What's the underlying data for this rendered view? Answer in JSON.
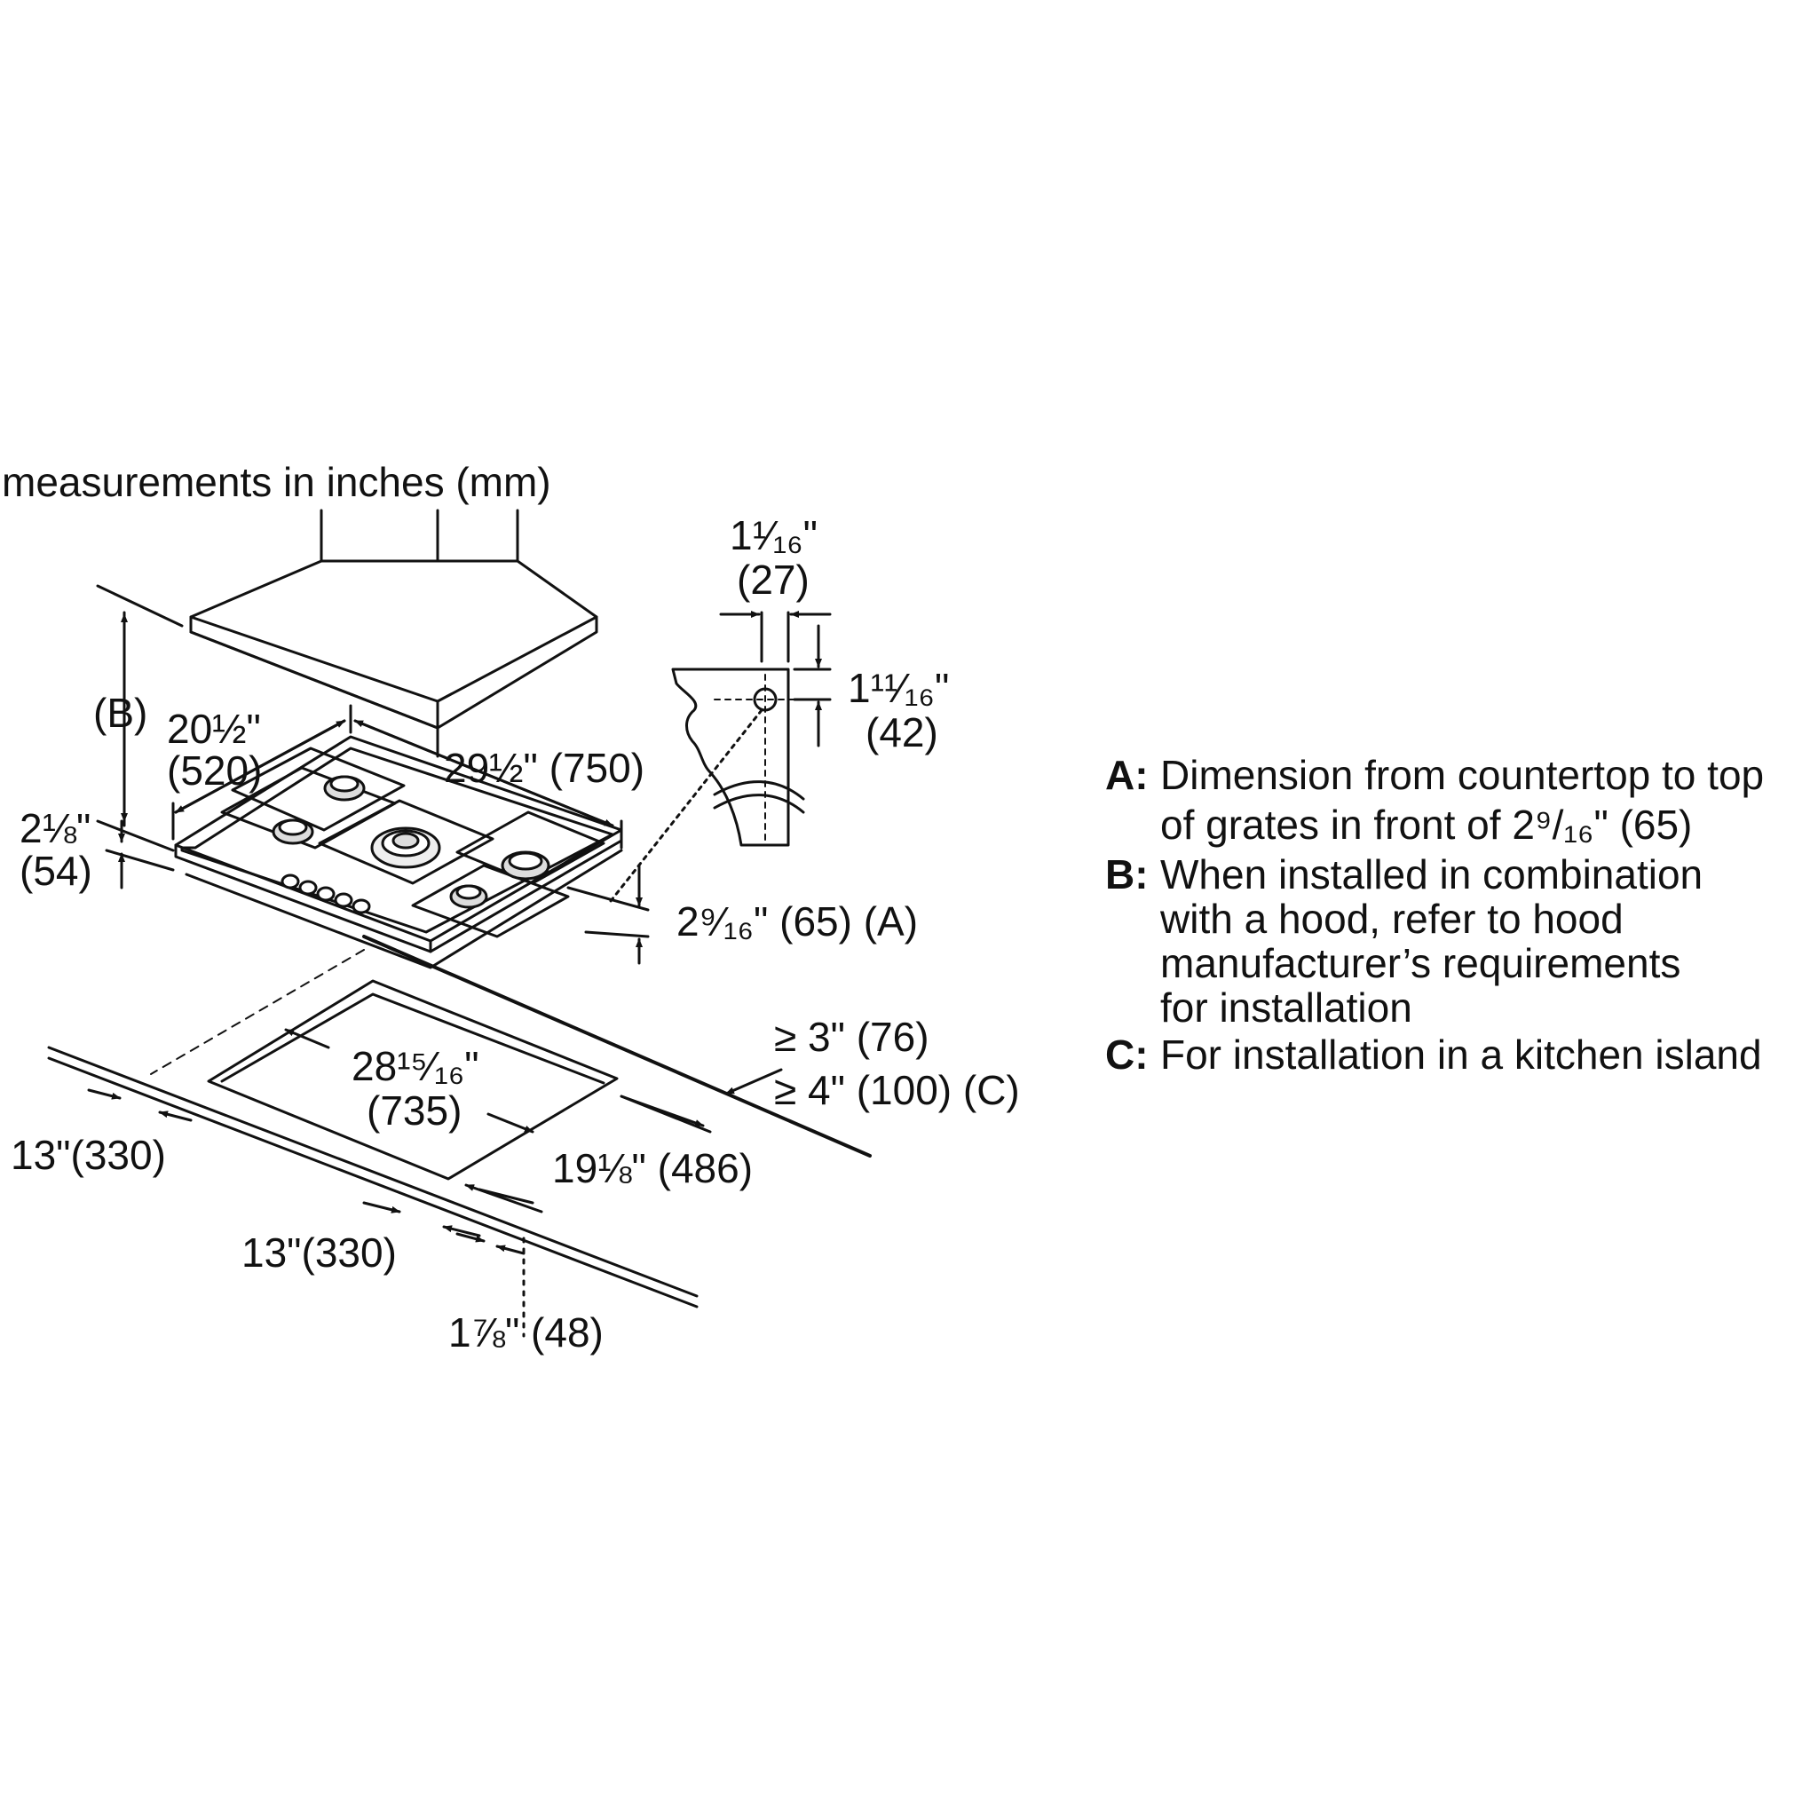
{
  "heading": "measurements in inches (mm)",
  "dimensions": {
    "hood_gap_label": "(B)",
    "depth_in": "20½\"",
    "depth_mm": "(520)",
    "width": "29½\" (750)",
    "height_in": "2⅛\"",
    "height_mm": "(54)",
    "grate_height": "2⁹⁄₁₆\" (65) (A)",
    "profile_width_in": "1¹⁄₁₆\"",
    "profile_width_mm": "(27)",
    "profile_height_in": "1¹¹⁄₁₆\"",
    "profile_height_mm": "(42)",
    "cutout_width_in": "28¹⁵⁄₁₆\"",
    "cutout_width_mm": "(735)",
    "cutout_depth": "19⅛\" (486)",
    "side_clearance_left": "13\"(330)",
    "side_clearance_front": "13\"(330)",
    "front_setback": "1⅞\" (48)",
    "rear_clearance_1": "≥ 3\" (76)",
    "rear_clearance_2": "≥ 4\" (100) (C)"
  },
  "legend": [
    {
      "key": "A:",
      "lines": [
        "Dimension from countertop to top",
        "of grates in front of 2⁹/₁₆\" (65)"
      ]
    },
    {
      "key": "B:",
      "lines": [
        "When installed in combination",
        "with a hood, refer to hood",
        "manufacturer’s requirements",
        "for installation"
      ]
    },
    {
      "key": "C:",
      "lines": [
        "For installation in a kitchen island"
      ]
    }
  ]
}
